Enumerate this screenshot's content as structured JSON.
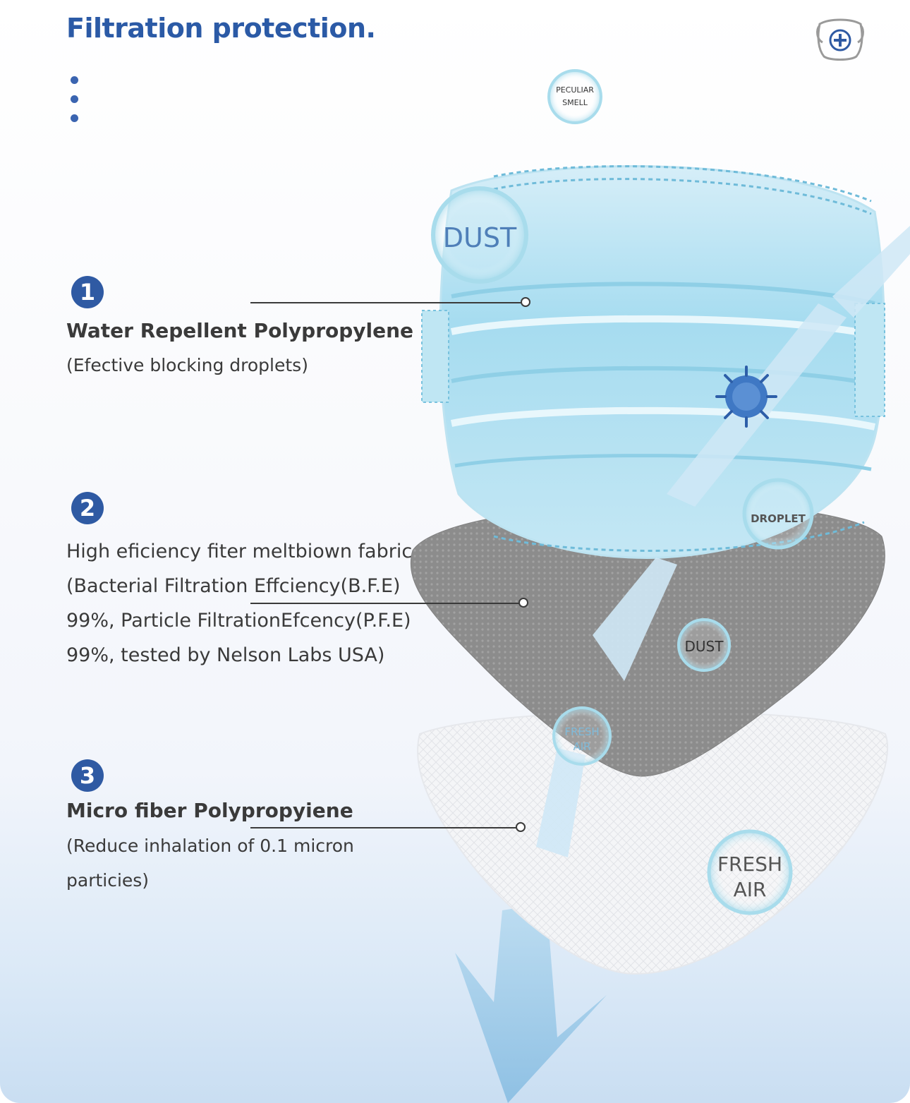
{
  "header": {
    "title": "Filtration protection."
  },
  "icons": {
    "top_right": "mask-plus-icon",
    "menu": "vertical-dots-icon"
  },
  "layers": [
    {
      "number": "1",
      "title": "Water Repellent Polypropylene",
      "description": "(Efective blocking droplets)"
    },
    {
      "number": "2",
      "lines": [
        "High eficiency fiter meltbiown fabric",
        "(Bacterial Filtration Effciency(B.F.E)",
        "99%, Particle FiltrationEfcency(P.F.E)",
        "99%, tested by Nelson Labs USA)"
      ]
    },
    {
      "number": "3",
      "title": "Micro fiber Polypropyiene",
      "description_lines": [
        "(Reduce inhalation of 0.1 micron",
        "particies)"
      ]
    }
  ],
  "bubbles": {
    "peculiar_smell": [
      "PECULIAR",
      "SMELL"
    ],
    "dust_top": "DUST",
    "droplet": "DROPLET",
    "dust_mid": "DUST",
    "fresh_air_small": [
      "FRESH",
      "AIR"
    ],
    "fresh_air_large": [
      "FRESH",
      "AIR"
    ]
  },
  "colors": {
    "accent": "#2f5aa3",
    "title": "#2b5aa6",
    "mask_blue": "#a9dcef",
    "meltblown_gray": "#8a8a8a",
    "arrow_blue": "#9cc8e6"
  }
}
